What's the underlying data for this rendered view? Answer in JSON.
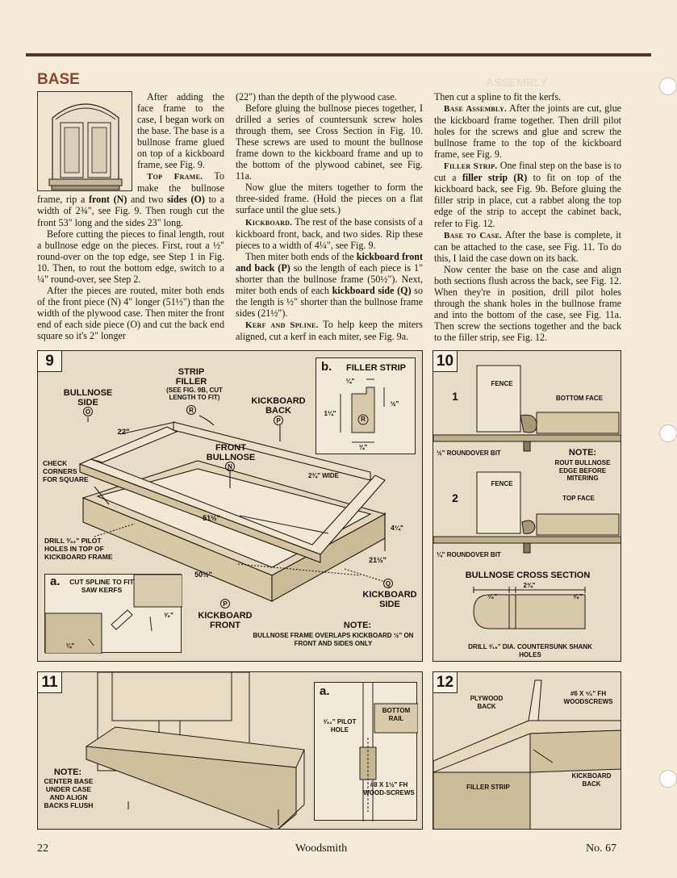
{
  "header": {
    "section_title": "BASE",
    "faint_heading": "ASSEMBLY"
  },
  "col1": {
    "p1": "After adding the face frame to the case, I began work on the base. The base is a bullnose frame glued on top of a kickboard frame, see Fig. 9.",
    "p2_head": "Top Frame.",
    "p2a": " To make the bullnose frame, rip a ",
    "p2_b1": "front (N)",
    "p2b": " and two ",
    "p2_b2": "sides (O)",
    "p2c": " to a width of 2¾\", see Fig. 9. Then rough cut the front 53\" long and the sides 23\" long.",
    "p3": "Before cutting the pieces to final length, rout a bullnose edge on the pieces. First, rout a ½\" round-over on the top edge, see Step 1 in Fig. 10. Then, to rout the bottom edge, switch to a ¼\" round-over, see Step 2.",
    "p4": "After the pieces are routed, miter both ends of the front piece (N) 4\" longer (51½\") than the width of the plywood case. Then miter the front end of each side piece (O) and cut the back end square so it's 2\" longer"
  },
  "col2": {
    "p1": "(22\") than the depth of the plywood case.",
    "p2": "Before gluing the bullnose pieces together, I drilled a series of countersunk screw holes through them, see Cross Section in Fig. 10. These screws are used to mount the bullnose frame down to the kickboard frame and up to the bottom of the plywood cabinet, see Fig. 11a.",
    "p3": "Now glue the miters together to form the three-sided frame. (Hold the pieces on a flat surface until the glue sets.)",
    "p4_head": "Kickboard.",
    "p4": " The rest of the base consists of a kickboard front, back, and two sides. Rip these pieces to a width of 4¼\", see Fig. 9.",
    "p5a": "Then miter both ends of the ",
    "p5_b1": "kickboard front and back (P)",
    "p5b": " so the length of each piece is 1\" shorter than the bullnose frame (50½\"). Next, miter both ends of each ",
    "p5_b2": "kickboard side (Q)",
    "p5c": " so the length is ½\" shorter than the bullnose frame sides (21½\").",
    "p6_head": "Kerf and Spline.",
    "p6": " To help keep the miters aligned, cut a kerf in each miter, see Fig. 9a."
  },
  "col3": {
    "p1": "Then cut a spline to fit the kerfs.",
    "p2_head": "Base Assembly.",
    "p2": " After the joints are cut, glue the kickboard frame together. Then drill pilot holes for the screws and glue and screw the bullnose frame to the top of the kickboard frame, see Fig. 9.",
    "p3_head": "Filler Strip.",
    "p3a": " One final step on the base is to cut a ",
    "p3_b": "filler strip (R)",
    "p3b": " to fit on top of the kickboard back, see Fig. 9b. Before gluing the filler strip in place, cut a rabbet along the top edge of the strip to accept the cabinet back, refer to Fig. 12.",
    "p4_head": "Base to Case.",
    "p4": " After the base is complete, it can be attached to the case, see Fig. 11. To do this, I laid the case down on its back.",
    "p5": "Now center the base on the case and align both sections flush across the back, see Fig. 12. When they're in position, drill pilot holes through the shank holes in the bullnose frame and into the bottom of the case, see Fig. 11a. Then screw the sections together and the back to the filler strip, see Fig. 12."
  },
  "fig9": {
    "number": "9",
    "bullnose_side": "BULLNOSE SIDE",
    "o": "O",
    "strip_filler": "STRIP FILLER",
    "strip_note": "(SEE FIG. 9b, CUT LENGTH TO FIT)",
    "r": "R",
    "kickboard_back": "KICKBOARD BACK",
    "p": "P",
    "front_bullnose": "FRONT BULLNOSE",
    "n": "N",
    "dim_22": "22\"",
    "check_corners": "CHECK CORNERS FOR SQUARE",
    "wide": "2¾\" WIDE",
    "dim_51": "51½\"",
    "dim_4": "4¼\"",
    "drill": "DRILL ³⁄₃₂\" PILOT HOLES IN TOP OF KICKBOARD FRAME",
    "dim_21": "21½\"",
    "dim_50": "50½\"",
    "q": "Q",
    "kickboard_side": "KICKBOARD SIDE",
    "kickboard_front": "KICKBOARD FRONT",
    "note_head": "NOTE:",
    "note": "BULLNOSE FRAME OVERLAPS KICKBOARD ½\" ON FRONT AND SIDES ONLY",
    "a_letter": "a.",
    "a_label": "CUT SPLINE TO FIT SAW KERFS",
    "a_dim_38": "³⁄₈\"",
    "a_dim_14": "¼\"",
    "b_letter": "b.",
    "b_title": "FILLER STRIP",
    "b_dim_14": "¼\"",
    "b_dim_12": "½\"",
    "b_dim_114": "1¼\"",
    "b_dim_34": "¾\"",
    "b_r": "R"
  },
  "fig10": {
    "number": "10",
    "step1": "1",
    "fence1": "FENCE",
    "bottom_face": "BOTTOM FACE",
    "bit1": "½\" ROUNDOVER BIT",
    "note_head": "NOTE:",
    "note": "ROUT BULLNOSE EDGE BEFORE MITERING",
    "step2": "2",
    "fence2": "FENCE",
    "top_face": "TOP FACE",
    "bit2": "¼\" ROUNDOVER BIT",
    "cross": "BULLNOSE CROSS SECTION",
    "dim_234": "2¾\"",
    "dim_78": "⁷⁄₈\"",
    "dim_38": "³⁄₈\"",
    "drill": "DRILL ³⁄₁₆\" DIA. COUNTERSUNK SHANK HOLES"
  },
  "fig11": {
    "number": "11",
    "note_head": "NOTE:",
    "note": "CENTER BASE UNDER CASE AND ALIGN BACKS FLUSH",
    "a_letter": "a.",
    "pilot": "³⁄₃₂\" PILOT HOLE",
    "rail": "BOTTOM RAIL",
    "screws": "#8 x 1½\" Fh WOOD-SCREWS"
  },
  "fig12": {
    "number": "12",
    "plywood_back": "PLYWOOD BACK",
    "woodscrews": "#6 x ⁵⁄₈\" Fh WOODSCREWS",
    "kickboard_back": "KICKBOARD BACK",
    "filler": "FILLER STRIP"
  },
  "footer": {
    "page": "22",
    "magazine": "Woodsmith",
    "issue": "No. 67"
  }
}
